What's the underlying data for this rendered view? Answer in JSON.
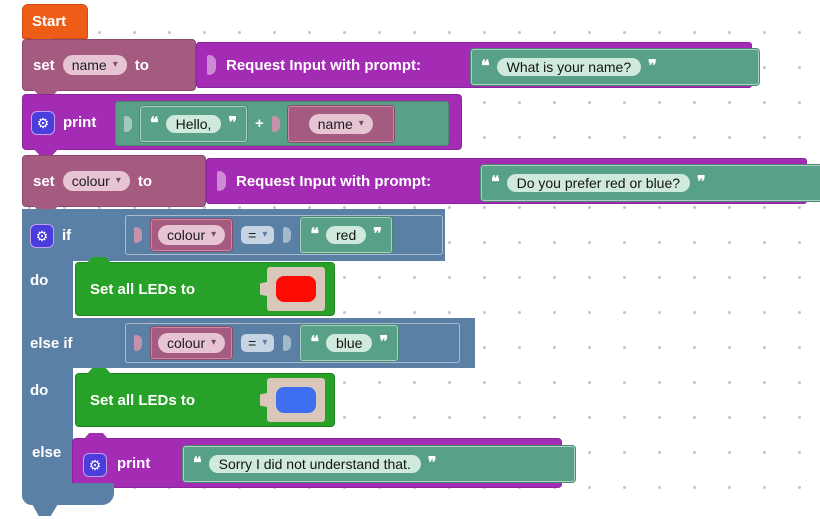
{
  "palette": {
    "start_orange": "#ee5d17",
    "variables_rose": "#a55b80",
    "io_purple": "#a42cb5",
    "text_teal": "#58a188",
    "logic_blue": "#5b80a5",
    "led_green": "#27a127",
    "swatch_frame_beige": "#d9c8ba",
    "gear_badge_blue": "#4a3ddc",
    "grid_dot": "#c6c6c6"
  },
  "icons": {
    "gear": "⚙",
    "dropdown": "▾",
    "quote_open": "❝",
    "quote_close": "❞"
  },
  "start": {
    "label": "Start"
  },
  "row_set_name": {
    "set": "set",
    "var": "name",
    "to": "to",
    "request_label": "Request Input with prompt:",
    "prompt": "What is your name?"
  },
  "row_print_hello": {
    "print": "print",
    "str": "Hello,",
    "plus": "+",
    "var": "name"
  },
  "row_set_colour": {
    "set": "set",
    "var": "colour",
    "to": "to",
    "request_label": "Request Input with prompt:",
    "prompt": "Do you prefer red or blue?"
  },
  "if_block": {
    "if": "if",
    "do": "do",
    "else_if": "else if",
    "else": "else",
    "cond1": {
      "var": "colour",
      "op": "=",
      "value": "red"
    },
    "cond2": {
      "var": "colour",
      "op": "=",
      "value": "blue"
    },
    "led_label": "Set all LEDs to",
    "led1_color": "#ff0b05",
    "led2_color": "#3e6ff0",
    "print": "print",
    "else_message": "Sorry I did not understand that."
  }
}
